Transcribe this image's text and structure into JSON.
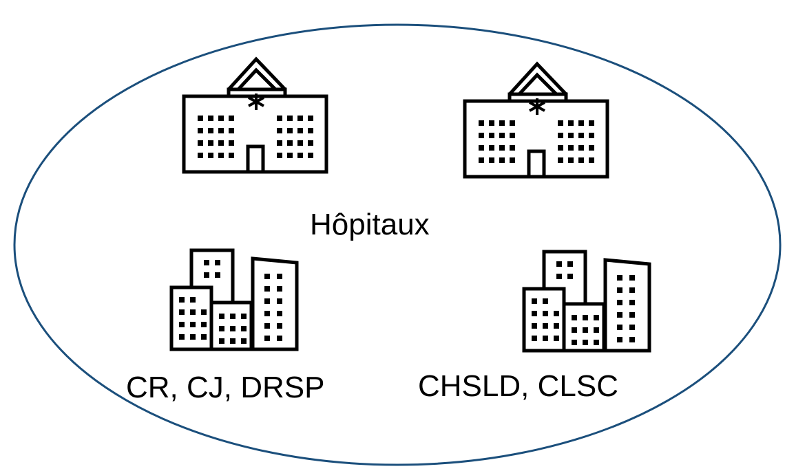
{
  "colors": {
    "ellipse_stroke": "#1b4f7c",
    "icon_stroke": "#000000",
    "background": "#ffffff"
  },
  "icons": {
    "hospital_left": "hospital-icon",
    "hospital_right": "hospital-icon",
    "buildings_left": "office-buildings-icon",
    "buildings_right": "office-buildings-icon"
  },
  "labels": {
    "hospitals": "Hôpitaux",
    "group_left": "CR, CJ, DRSP",
    "group_right": "CHSLD, CLSC"
  }
}
